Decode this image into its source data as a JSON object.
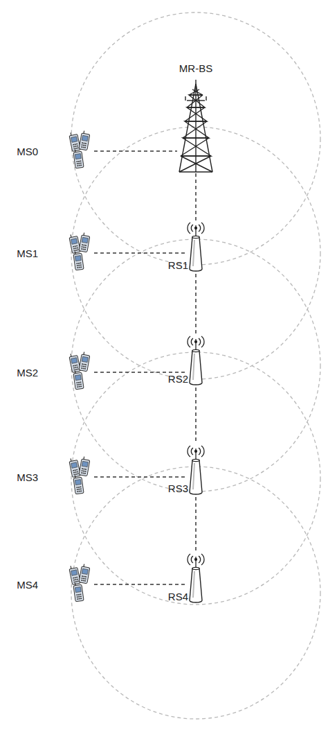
{
  "diagram": {
    "nodes": [
      {
        "text": [
          "MR-BS"
        ]
      },
      {
        "text": [
          "MS0"
        ]
      },
      {
        "text": [
          "MS1"
        ]
      },
      {
        "text": [
          "RS1"
        ]
      },
      {
        "text": [
          "MS2"
        ]
      },
      {
        "text": [
          "RS2"
        ]
      },
      {
        "text": [
          "MS3"
        ]
      },
      {
        "text": [
          "RS3"
        ]
      },
      {
        "text": [
          "MS4"
        ]
      },
      {
        "text": [
          "RS4"
        ]
      }
    ],
    "edges": [
      {
        "from": 1,
        "to": 0,
        "arrow": "none"
      },
      {
        "from": 0,
        "to": 3,
        "arrow": "none"
      },
      {
        "from": 2,
        "to": 3,
        "arrow": "none"
      },
      {
        "from": 3,
        "to": 5,
        "arrow": "none"
      },
      {
        "from": 4,
        "to": 5,
        "arrow": "none"
      },
      {
        "from": 5,
        "to": 7,
        "arrow": "none"
      },
      {
        "from": 6,
        "to": 7,
        "arrow": "none"
      },
      {
        "from": 7,
        "to": 9,
        "arrow": "none"
      },
      {
        "from": 8,
        "to": 9,
        "arrow": "none"
      }
    ]
  }
}
